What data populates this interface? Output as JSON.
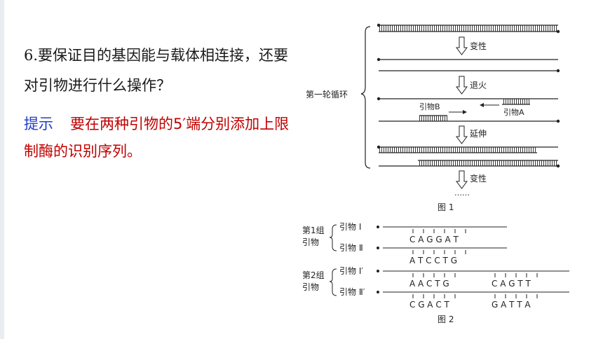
{
  "question": {
    "text": "6.要保证目的基因能与载体相连接，还要对引物进行什么操作？"
  },
  "answer": {
    "hint_label": "提示",
    "text": "要在两种引物的5′端分别添加上限制酶的识别序列。"
  },
  "figure1": {
    "cycle_label": "第一轮循环",
    "steps": {
      "denature": "变性",
      "anneal": "退火",
      "extend": "延伸",
      "denature2": "变性"
    },
    "primer_b": "引物B",
    "primer_a": "引物A",
    "ellipsis": "……",
    "caption": "图 1"
  },
  "figure2": {
    "group1_label_a": "第1组",
    "group1_label_b": "引物",
    "group2_label_a": "第2组",
    "group2_label_b": "引物",
    "primer1": "引物 Ⅰ",
    "primer2": "引物 Ⅱ",
    "primer1p": "引物 Ⅰ′",
    "primer2p": "引物 Ⅱ′",
    "seq1": "C A G G A T",
    "seq2": "A T C C T G",
    "seq3": "A A C T G",
    "seq4": "C A G T T",
    "seq5": "C G A C T",
    "seq6": "G A T T A",
    "caption": "图 2"
  }
}
